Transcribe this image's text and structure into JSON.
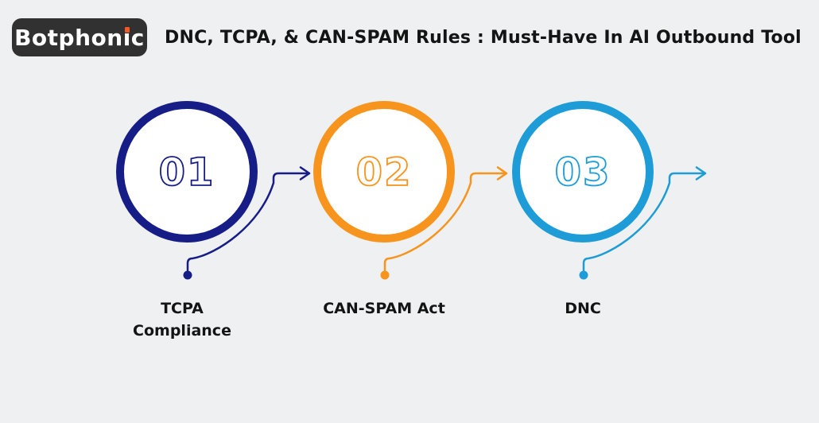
{
  "header": {
    "brand": {
      "pre": "Botphon",
      "i": "i",
      "post": "c"
    },
    "title": "DNC, TCPA, & CAN-SPAM Rules : Must-Have In AI Outbound Tool"
  },
  "colors": {
    "background": "#eef0f2",
    "logo_bg": "#313131",
    "logo_text": "#ffffff",
    "logo_i_dot_accent": "#f15a24",
    "title_text": "#141414",
    "label_text": "#141414",
    "step1": "#171d87",
    "step2": "#f7941d",
    "step3": "#1e9cd7"
  },
  "diagram": {
    "type": "process-steps",
    "steps": [
      {
        "number": "01",
        "label": "TCPA Compliance",
        "color": "#171d87"
      },
      {
        "number": "02",
        "label": "CAN-SPAM Act",
        "color": "#f7941d"
      },
      {
        "number": "03",
        "label": "DNC",
        "color": "#1e9cd7"
      }
    ]
  }
}
